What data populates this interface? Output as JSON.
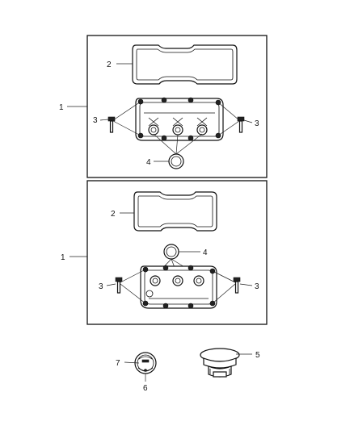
{
  "callouts": {
    "upper_assembly": "1",
    "upper_gasket": "2",
    "upper_bolts_left": "3",
    "upper_bolts_right": "3",
    "upper_seal": "4",
    "lower_assembly": "1",
    "lower_gasket": "2",
    "lower_seal": "4",
    "lower_bolts_left": "3",
    "lower_bolts_right": "3",
    "oil_cap": "7",
    "cap_seal": "6",
    "breather_valve": "5"
  }
}
